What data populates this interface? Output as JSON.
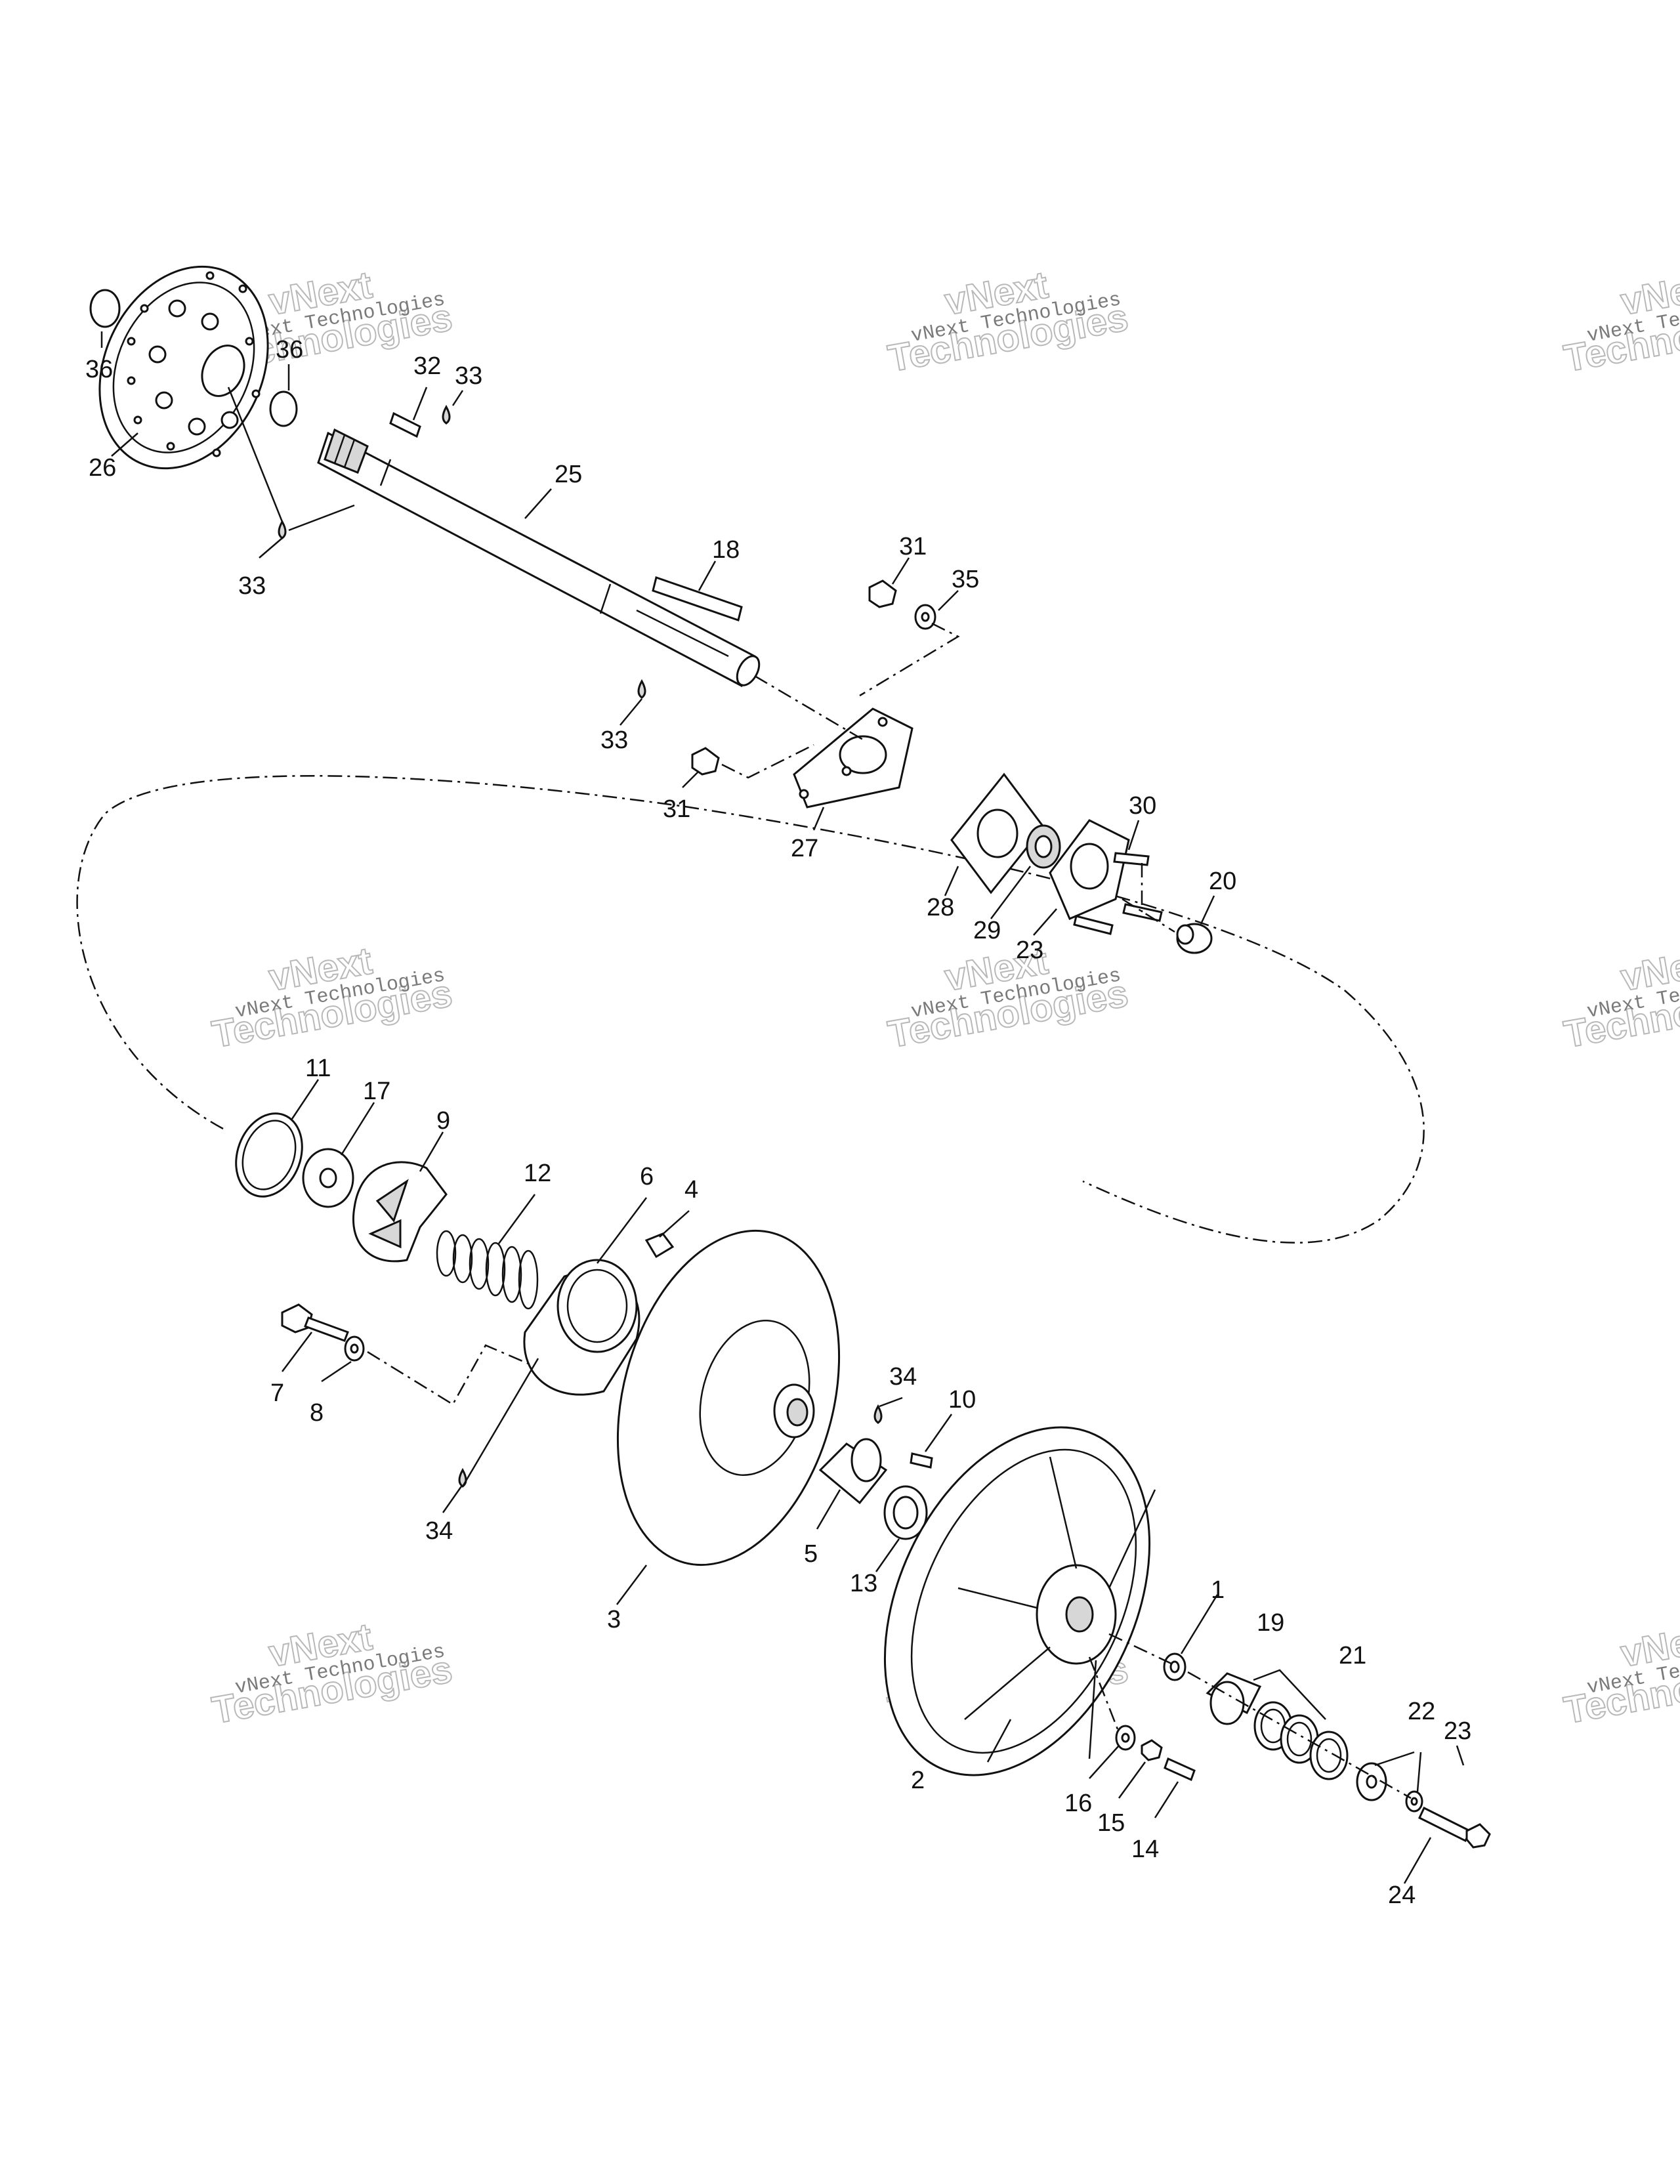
{
  "watermark": {
    "line1": "vNext Technologies",
    "line2": "vNext",
    "line3": "Technologies"
  },
  "callouts": [
    {
      "id": "c36a",
      "text": "36"
    },
    {
      "id": "c36b",
      "text": "36"
    },
    {
      "id": "c26",
      "text": "26"
    },
    {
      "id": "c32",
      "text": "32"
    },
    {
      "id": "c33a",
      "text": "33"
    },
    {
      "id": "c25",
      "text": "25"
    },
    {
      "id": "c33b",
      "text": "33"
    },
    {
      "id": "c18",
      "text": "18"
    },
    {
      "id": "c31a",
      "text": "31"
    },
    {
      "id": "c35",
      "text": "35"
    },
    {
      "id": "c33c",
      "text": "33"
    },
    {
      "id": "c31b",
      "text": "31"
    },
    {
      "id": "c27",
      "text": "27"
    },
    {
      "id": "c30",
      "text": "30"
    },
    {
      "id": "c20",
      "text": "20"
    },
    {
      "id": "c28",
      "text": "28"
    },
    {
      "id": "c29",
      "text": "29"
    },
    {
      "id": "c23a",
      "text": "23"
    },
    {
      "id": "c11",
      "text": "11"
    },
    {
      "id": "c17",
      "text": "17"
    },
    {
      "id": "c9",
      "text": "9"
    },
    {
      "id": "c12",
      "text": "12"
    },
    {
      "id": "c6",
      "text": "6"
    },
    {
      "id": "c4",
      "text": "4"
    },
    {
      "id": "c7",
      "text": "7"
    },
    {
      "id": "c8",
      "text": "8"
    },
    {
      "id": "c34a",
      "text": "34"
    },
    {
      "id": "c10",
      "text": "10"
    },
    {
      "id": "c34b",
      "text": "34"
    },
    {
      "id": "c5",
      "text": "5"
    },
    {
      "id": "c13",
      "text": "13"
    },
    {
      "id": "c3",
      "text": "3"
    },
    {
      "id": "c1",
      "text": "1"
    },
    {
      "id": "c19",
      "text": "19"
    },
    {
      "id": "c21",
      "text": "21"
    },
    {
      "id": "c2",
      "text": "2"
    },
    {
      "id": "c22",
      "text": "22"
    },
    {
      "id": "c23b",
      "text": "23"
    },
    {
      "id": "c16",
      "text": "16"
    },
    {
      "id": "c15",
      "text": "15"
    },
    {
      "id": "c14",
      "text": "14"
    },
    {
      "id": "c24",
      "text": "24"
    }
  ]
}
